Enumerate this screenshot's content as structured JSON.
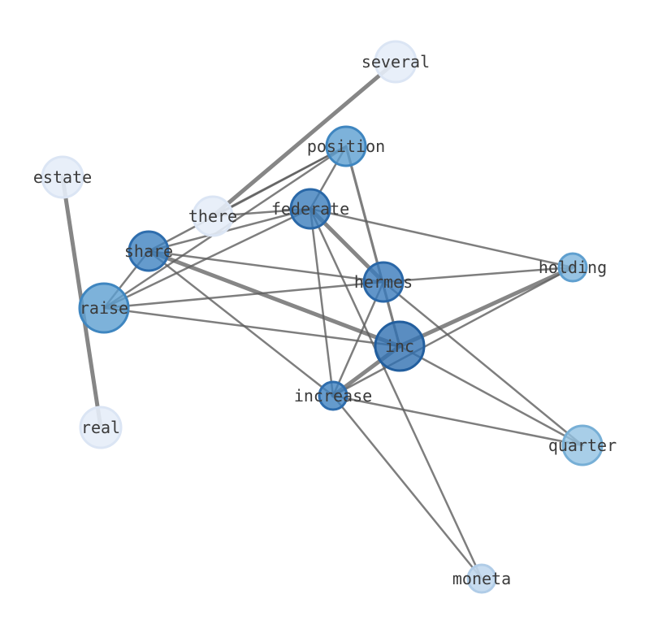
{
  "nodes": [
    {
      "id": "several",
      "label": "several",
      "fill": "#e6edf8",
      "stroke": "#dbe5f4",
      "opacity": 0.9
    },
    {
      "id": "position",
      "label": "position",
      "fill": "#5c9fd1",
      "stroke": "#3f86c0",
      "opacity": 0.8
    },
    {
      "id": "estate",
      "label": "estate",
      "fill": "#e6edf8",
      "stroke": "#dbe5f4",
      "opacity": 0.9
    },
    {
      "id": "there",
      "label": "there",
      "fill": "#e6edf8",
      "stroke": "#dbe5f4",
      "opacity": 0.9
    },
    {
      "id": "federate",
      "label": "federate",
      "fill": "#3b7dbc",
      "stroke": "#2a68a8",
      "opacity": 0.8
    },
    {
      "id": "share",
      "label": "share",
      "fill": "#3e82c0",
      "stroke": "#2e6dad",
      "opacity": 0.8
    },
    {
      "id": "holding",
      "label": "holding",
      "fill": "#7db4dc",
      "stroke": "#5f9fcf",
      "opacity": 0.8
    },
    {
      "id": "hermes",
      "label": "hermes",
      "fill": "#3a7bbb",
      "stroke": "#2a67a7",
      "opacity": 0.8
    },
    {
      "id": "raise",
      "label": "raise",
      "fill": "#5c9fd1",
      "stroke": "#3f86c0",
      "opacity": 0.8
    },
    {
      "id": "inc",
      "label": "inc",
      "fill": "#3170b2",
      "stroke": "#225e9e",
      "opacity": 0.8
    },
    {
      "id": "increase",
      "label": "increase",
      "fill": "#3e82c0",
      "stroke": "#2e6dad",
      "opacity": 0.8
    },
    {
      "id": "real",
      "label": "real",
      "fill": "#e6edf8",
      "stroke": "#dbe5f4",
      "opacity": 0.9
    },
    {
      "id": "quarter",
      "label": "quarter",
      "fill": "#92c2e2",
      "stroke": "#77afd6",
      "opacity": 0.8
    },
    {
      "id": "moneta",
      "label": "moneta",
      "fill": "#c1d8ee",
      "stroke": "#b0cce7",
      "opacity": 0.9
    }
  ],
  "edges": [
    {
      "source": "several",
      "target": "there",
      "weight": 3
    },
    {
      "source": "estate",
      "target": "real",
      "weight": 3
    },
    {
      "source": "position",
      "target": "there",
      "weight": 1
    },
    {
      "source": "position",
      "target": "share",
      "weight": 1
    },
    {
      "source": "position",
      "target": "raise",
      "weight": 1
    },
    {
      "source": "position",
      "target": "federate",
      "weight": 1
    },
    {
      "source": "position",
      "target": "inc",
      "weight": 1.5
    },
    {
      "source": "there",
      "target": "federate",
      "weight": 1
    },
    {
      "source": "federate",
      "target": "share",
      "weight": 1
    },
    {
      "source": "federate",
      "target": "raise",
      "weight": 1
    },
    {
      "source": "federate",
      "target": "hermes",
      "weight": 2.5
    },
    {
      "source": "federate",
      "target": "holding",
      "weight": 1
    },
    {
      "source": "federate",
      "target": "increase",
      "weight": 1
    },
    {
      "source": "federate",
      "target": "moneta",
      "weight": 1
    },
    {
      "source": "share",
      "target": "hermes",
      "weight": 1
    },
    {
      "source": "share",
      "target": "inc",
      "weight": 2.5
    },
    {
      "source": "share",
      "target": "increase",
      "weight": 1
    },
    {
      "source": "share",
      "target": "raise",
      "weight": 1
    },
    {
      "source": "raise",
      "target": "hermes",
      "weight": 1
    },
    {
      "source": "raise",
      "target": "inc",
      "weight": 1
    },
    {
      "source": "hermes",
      "target": "holding",
      "weight": 1
    },
    {
      "source": "hermes",
      "target": "increase",
      "weight": 1
    },
    {
      "source": "hermes",
      "target": "quarter",
      "weight": 1
    },
    {
      "source": "inc",
      "target": "holding",
      "weight": 2.5
    },
    {
      "source": "inc",
      "target": "increase",
      "weight": 2.5
    },
    {
      "source": "inc",
      "target": "quarter",
      "weight": 1
    },
    {
      "source": "increase",
      "target": "holding",
      "weight": 1
    },
    {
      "source": "increase",
      "target": "quarter",
      "weight": 1
    },
    {
      "source": "increase",
      "target": "moneta",
      "weight": 1
    }
  ]
}
